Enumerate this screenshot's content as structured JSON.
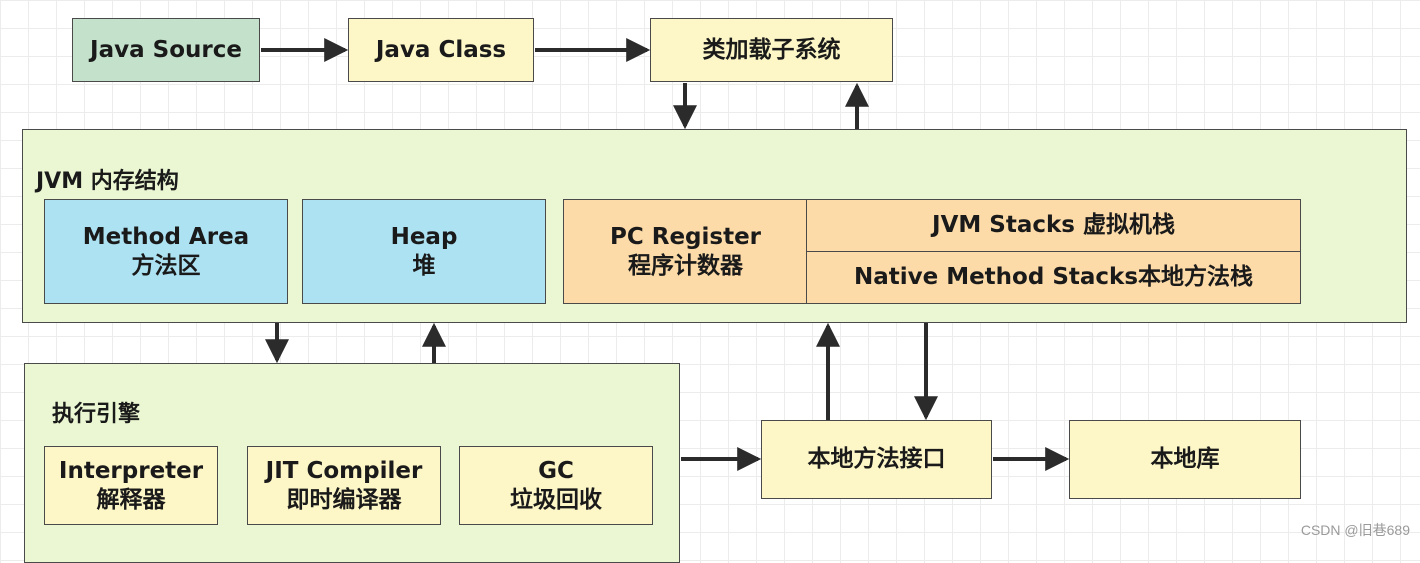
{
  "top_row": {
    "java_source": "Java Source",
    "java_class": "Java Class",
    "class_loader": "类加载子系统"
  },
  "jvm_memory": {
    "title": "JVM 内存结构",
    "method_area": {
      "line1": "Method Area",
      "line2": "方法区"
    },
    "heap": {
      "line1": "Heap",
      "line2": "堆"
    },
    "pc_register": {
      "line1": "PC Register",
      "line2": "程序计数器"
    },
    "jvm_stacks": "JVM Stacks 虚拟机栈",
    "native_stacks": "Native Method Stacks本地方法栈"
  },
  "execution_engine": {
    "title": "执行引擎",
    "interpreter": {
      "line1": "Interpreter",
      "line2": "解释器"
    },
    "jit": {
      "line1": "JIT Compiler",
      "line2": "即时编译器"
    },
    "gc": {
      "line1": "GC",
      "line2": "垃圾回收"
    }
  },
  "native_interface": "本地方法接口",
  "native_library": "本地库",
  "watermark": "CSDN @旧巷689",
  "colors": {
    "source": "#c4e2cb",
    "cream": "#fdf6c7",
    "panel": "#eaf7d2",
    "blue": "#ade2f3",
    "orange": "#fcdba8",
    "arrow": "#2b2b2b"
  }
}
